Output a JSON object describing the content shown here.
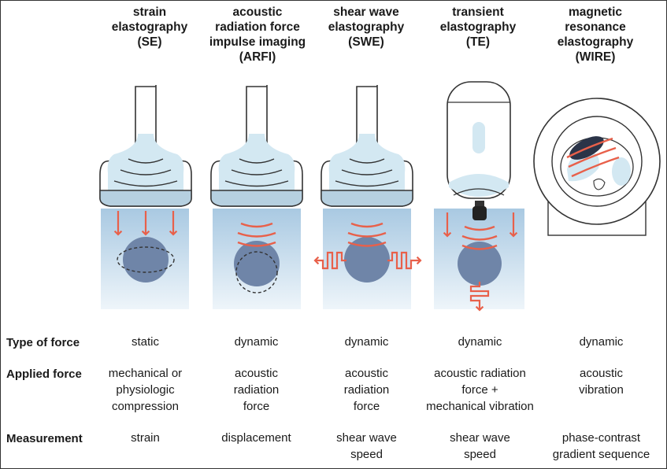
{
  "methods": [
    {
      "title": [
        "strain",
        "elastography",
        "(SE)"
      ]
    },
    {
      "title": [
        "acoustic",
        "radiation force",
        "impulse imaging",
        "(ARFI)"
      ]
    },
    {
      "title": [
        "shear wave",
        "elastography",
        "(SWE)"
      ]
    },
    {
      "title": [
        "transient",
        "elastography",
        "(TE)"
      ]
    },
    {
      "title": [
        "magnetic",
        "resonance",
        "elastography",
        "(WIRE)"
      ]
    }
  ],
  "rows": [
    {
      "label": "Type of force",
      "cells": [
        [
          "static"
        ],
        [
          "dynamic"
        ],
        [
          "dynamic"
        ],
        [
          "dynamic"
        ],
        [
          "dynamic"
        ]
      ]
    },
    {
      "label": "Applied force",
      "cells": [
        [
          "mechanical or",
          "physiologic",
          "compression"
        ],
        [
          "acoustic",
          "radiation",
          "force"
        ],
        [
          "acoustic",
          "radiation",
          "force"
        ],
        [
          "acoustic radiation",
          "force +",
          "mechanical vibration"
        ],
        [
          "acoustic",
          "vibration"
        ]
      ]
    },
    {
      "label": "Measurement",
      "cells": [
        [
          "strain"
        ],
        [
          "displacement"
        ],
        [
          "shear wave",
          "speed"
        ],
        [
          "shear wave",
          "speed"
        ],
        [
          "phase-contrast",
          "gradient sequence"
        ]
      ]
    }
  ],
  "colors": {
    "arrow": "#e8604a",
    "tissue": "#b7d3e8",
    "lesion": "#6f85a8",
    "probe_gel": "#d3e8f2"
  }
}
